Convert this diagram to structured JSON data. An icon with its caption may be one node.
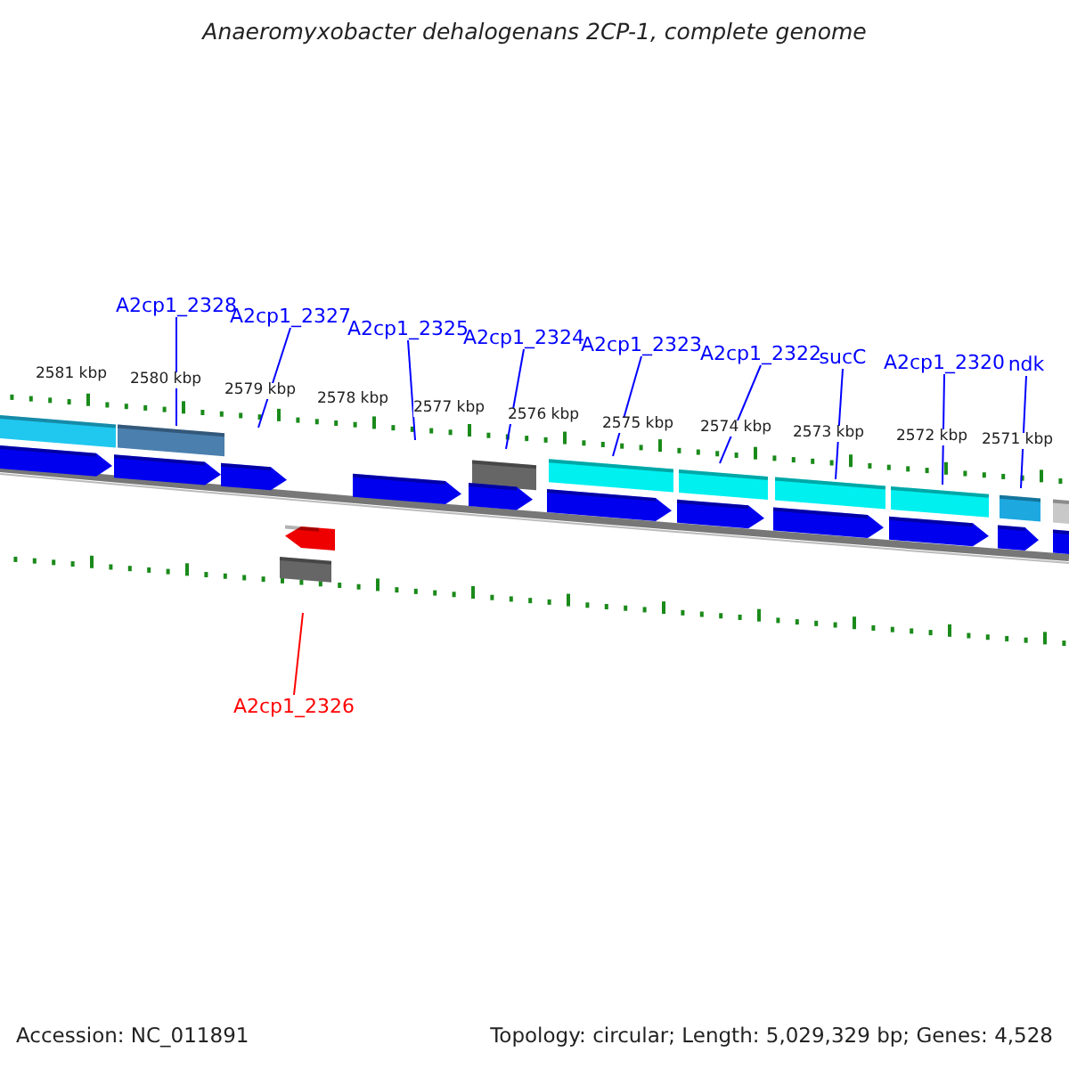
{
  "diagram": {
    "title": "Anaeromyxobacter dehalogenans 2CP-1, complete genome",
    "nodes": [
      {
        "text": [
          "A2cp1_2328"
        ]
      },
      {
        "text": [
          "A2cp1_2327"
        ]
      },
      {
        "text": [
          "A2cp1_2325"
        ]
      },
      {
        "text": [
          "A2cp1_2324"
        ]
      },
      {
        "text": [
          "A2cp1_2323"
        ]
      },
      {
        "text": [
          "A2cp1_2322"
        ]
      },
      {
        "text": [
          "sucC"
        ]
      },
      {
        "text": [
          "A2cp1_2320"
        ]
      },
      {
        "text": [
          "ndk"
        ]
      },
      {
        "text": [
          "A2cp1_2326"
        ]
      }
    ],
    "edges": [
      {
        "from": 0,
        "to": null,
        "arrow": "none"
      },
      {
        "from": 1,
        "to": null,
        "arrow": "none"
      },
      {
        "from": 2,
        "to": null,
        "arrow": "none"
      },
      {
        "from": 3,
        "to": null,
        "arrow": "none"
      },
      {
        "from": 4,
        "to": null,
        "arrow": "none"
      },
      {
        "from": 5,
        "to": null,
        "arrow": "none"
      },
      {
        "from": 6,
        "to": null,
        "arrow": "none"
      },
      {
        "from": 7,
        "to": null,
        "arrow": "none"
      },
      {
        "from": 8,
        "to": null,
        "arrow": "none"
      },
      {
        "from": 9,
        "to": null,
        "arrow": "none",
        "color": "#ff0000"
      }
    ],
    "labels": [
      "2581 kbp",
      "2580 kbp",
      "2579 kbp",
      "2578 kbp",
      "2577 kbp",
      "2576 kbp",
      "2575 kbp",
      "2574 kbp",
      "2573 kbp",
      "2572 kbp",
      "2571 kbp",
      "Accession: NC_011891",
      "Topology: circular; Length: 5,029,329 bp; Genes: 4,528"
    ]
  }
}
